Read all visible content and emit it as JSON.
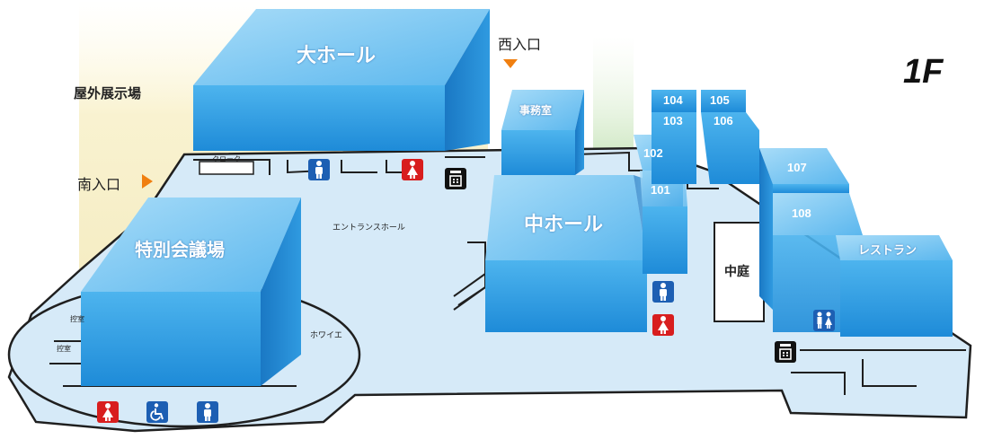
{
  "floor": {
    "label": "1F"
  },
  "outdoor": {
    "label": "屋外展示場"
  },
  "entrances": {
    "west": {
      "label": "西入口"
    },
    "south": {
      "label": "南入口"
    }
  },
  "rooms": {
    "big_hall": "大ホール",
    "office": "事務室",
    "middle_hall": "中ホール",
    "special_conference": "特別会議場",
    "restaurant": "レストラン",
    "courtyard": "中庭",
    "entrance_hall": "エントランスホール",
    "foyer": "ホワイエ",
    "cloak": "クローク",
    "control_1": "控室",
    "control_2": "控室",
    "r101": "101",
    "r102": "102",
    "r103": "103",
    "r104": "104",
    "r105": "105",
    "r106": "106",
    "r107": "107",
    "r108": "108"
  },
  "icons": {
    "male": "male-restroom-icon",
    "female": "female-restroom-icon",
    "accessible": "accessible-restroom-icon",
    "phone": "public-phone-icon"
  },
  "colors": {
    "floor": "#d6eaf8",
    "wall": "#1f1f1f",
    "room_front": "#2b9be0",
    "room_top": "#8fd0f5",
    "room_side": "#1670b8",
    "male": "#1d5fb3",
    "female": "#d81e1e",
    "entrance_arrow": "#f07f10"
  }
}
